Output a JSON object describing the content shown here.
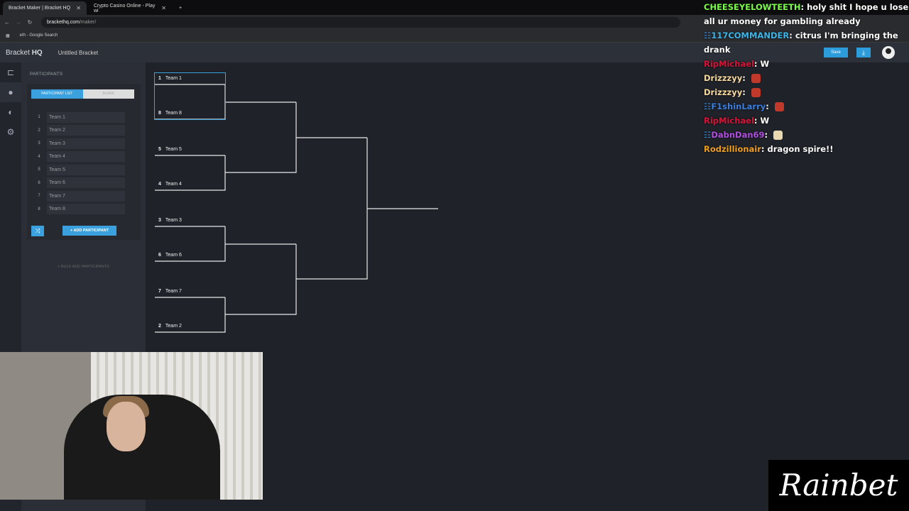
{
  "browser": {
    "tabs": [
      {
        "label": "Bracket Maker | Bracket HQ",
        "active": true
      },
      {
        "label": "Crypto Casino Online - Play wi",
        "active": false
      }
    ],
    "url_host": "brackethq.com",
    "url_path": "/maker/",
    "bookmark": "eth - Google Search"
  },
  "app": {
    "brand_light": "Bracket ",
    "brand_bold": "HQ",
    "bracket_title": "Untitled Bracket",
    "save_label": "Save"
  },
  "panel": {
    "title": "PARTICIPANTS",
    "tabs": [
      "PARTICIPANT LIST",
      "BLANK"
    ],
    "participants": [
      {
        "seed": "1",
        "name": "Team 1"
      },
      {
        "seed": "2",
        "name": "Team 2"
      },
      {
        "seed": "3",
        "name": "Team 3"
      },
      {
        "seed": "4",
        "name": "Team 4"
      },
      {
        "seed": "5",
        "name": "Team 5"
      },
      {
        "seed": "6",
        "name": "Team 6"
      },
      {
        "seed": "7",
        "name": "Team 7"
      },
      {
        "seed": "8",
        "name": "Team 8"
      }
    ],
    "add_label": "+ ADD PARTICIPANT",
    "bulk_label": "+ BULK ADD PARTICIPANTS"
  },
  "bracket": {
    "round1": [
      {
        "seed": "1",
        "name": "Team 1"
      },
      {
        "seed": "8",
        "name": "Team 8"
      },
      {
        "seed": "5",
        "name": "Team 5"
      },
      {
        "seed": "4",
        "name": "Team 4"
      },
      {
        "seed": "3",
        "name": "Team 3"
      },
      {
        "seed": "6",
        "name": "Team 6"
      },
      {
        "seed": "7",
        "name": "Team 7"
      },
      {
        "seed": "2",
        "name": "Team 2"
      }
    ]
  },
  "chat": [
    {
      "user": "CHEESEYELOWTEETH",
      "color": "#7cfc4a",
      "badge": false,
      "text": "holy shit I hope u lose all ur money for gambling already"
    },
    {
      "user": "117COMMANDER",
      "color": "#3fb5e8",
      "badge": true,
      "text": "citrus I'm bringing the drank"
    },
    {
      "user": "RipMichael",
      "color": "#d8143c",
      "badge": false,
      "text": "W"
    },
    {
      "user": "Drizzzyy",
      "color": "#f5d9a0",
      "badge": false,
      "text": "",
      "emote": true
    },
    {
      "user": "Drizzzyy",
      "color": "#f5d9a0",
      "badge": false,
      "text": "",
      "emote": true
    },
    {
      "user": "F1shinLarry",
      "color": "#3a7fe0",
      "badge": true,
      "text": "",
      "emote": true
    },
    {
      "user": "RipMichael",
      "color": "#d8143c",
      "badge": false,
      "text": "W"
    },
    {
      "user": "DabnDan69",
      "color": "#b04fe0",
      "badge": true,
      "text": "",
      "emote": true,
      "emote_kind": "skull"
    },
    {
      "user": "Rodzillionair",
      "color": "#f0a020",
      "badge": false,
      "text": "dragon spire!!"
    }
  ],
  "overlay": {
    "logo": "Rainbet"
  }
}
